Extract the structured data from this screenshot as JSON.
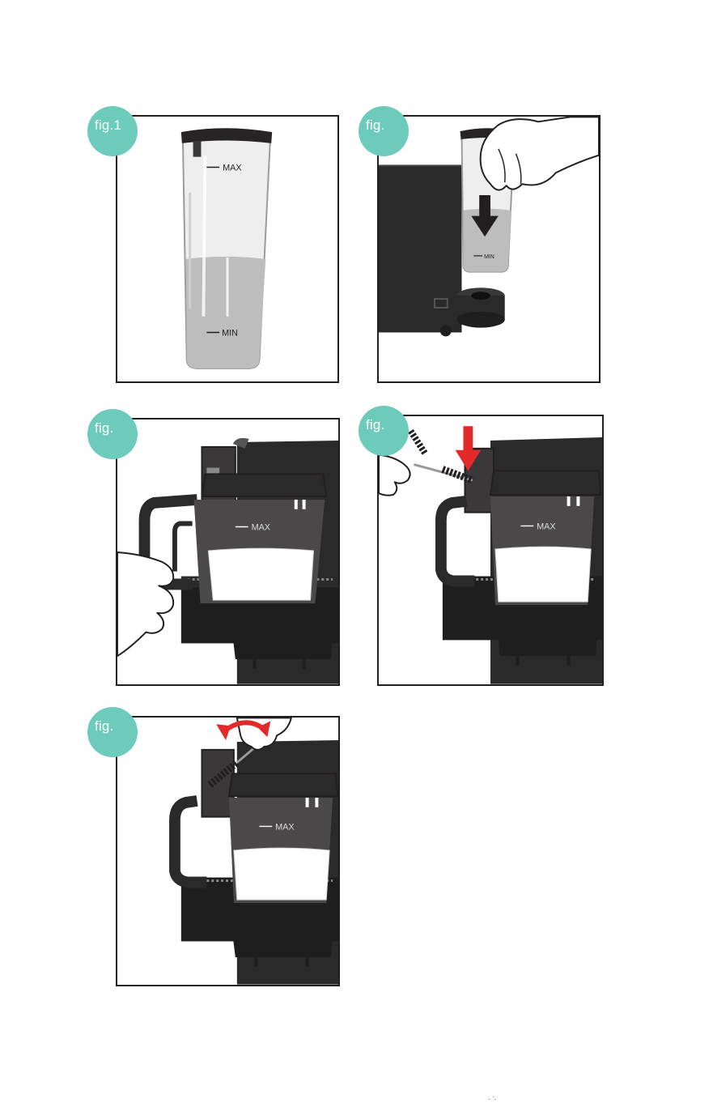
{
  "figures": [
    {
      "id": "fig1",
      "label": "fig.1",
      "max_label": "MAX",
      "min_label": "MIN"
    },
    {
      "id": "fig2",
      "label": "fig.",
      "min_label": "MIN"
    },
    {
      "id": "fig3",
      "label": "fig.",
      "max_label": "MAX"
    },
    {
      "id": "fig4",
      "label": "fig.",
      "max_label": "MAX"
    },
    {
      "id": "fig5",
      "label": "fig.",
      "max_label": "MAX"
    }
  ],
  "footer": {
    "text": "- '-"
  },
  "colors": {
    "badge": "#6dcbbb",
    "machine_body": "#2b2a2a",
    "machine_dark": "#1f1e1e",
    "glass": "#e8e8e8",
    "water": "#bfbfbf",
    "milk": "#ffffff",
    "arrow_red": "#e32a2a"
  }
}
